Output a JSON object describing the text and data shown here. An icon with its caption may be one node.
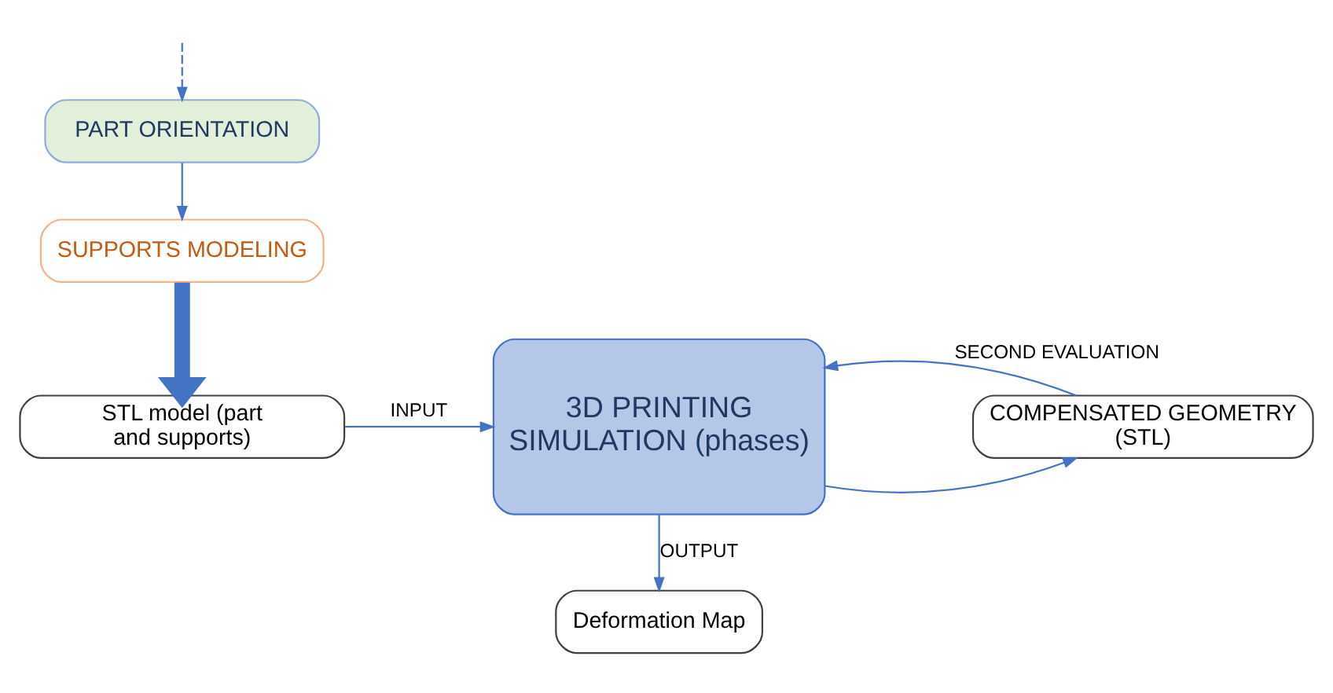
{
  "diagram": {
    "nodes": [
      {
        "text": [
          "PART ORIENTATION"
        ]
      },
      {
        "text": [
          "SUPPORTS MODELING"
        ]
      },
      {
        "text": [
          "STL model (part and supports)"
        ]
      },
      {
        "text": [
          "3D PRINTING SIMULATION (phases)"
        ]
      },
      {
        "text": [
          "COMPENSATED GEOMETRY (STL)"
        ]
      },
      {
        "text": [
          "Deformation Map"
        ]
      }
    ],
    "edges": [
      {
        "from": null,
        "to": 0,
        "arrow": "to",
        "style": "dashed"
      },
      {
        "from": 0,
        "to": 1,
        "arrow": "to"
      },
      {
        "from": 1,
        "to": 2,
        "arrow": "to",
        "style": "thick"
      },
      {
        "from": 2,
        "to": 3,
        "arrow": "to",
        "label": "INPUT"
      },
      {
        "from": 3,
        "to": 4,
        "arrow": "to"
      },
      {
        "from": 4,
        "to": 3,
        "arrow": "to",
        "label": "SECOND EVALUATION"
      },
      {
        "from": 3,
        "to": 5,
        "arrow": "to",
        "label": "OUTPUT"
      }
    ]
  }
}
